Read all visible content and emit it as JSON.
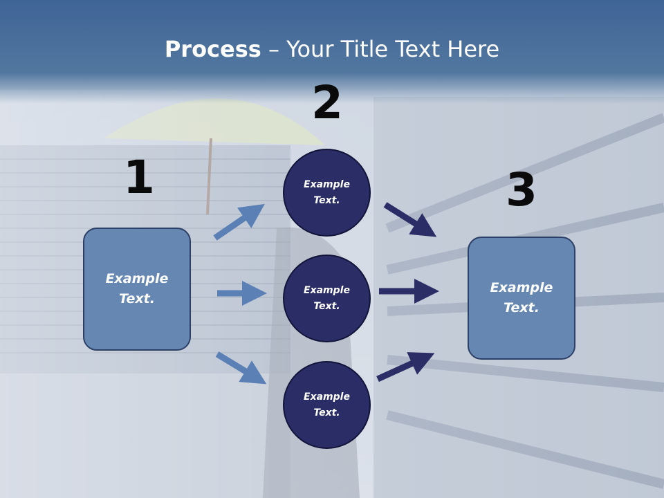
{
  "slide": {
    "title_bold": "Process",
    "title_rest": " – Your Title Text Here"
  },
  "steps": {
    "one": "1",
    "two": "2",
    "three": "3"
  },
  "boxes": {
    "left": "Example\nText.",
    "right": "Example\nText."
  },
  "circles": {
    "top": "Example\nText.",
    "middle": "Example\nText.",
    "bottom": "Example\nText."
  },
  "colors": {
    "title_bar": "#4a6f9e",
    "box_fill": "#6787b3",
    "circle_fill": "#2b2e66",
    "arrow_light": "#5b80b5",
    "arrow_dark": "#2b2e66"
  }
}
